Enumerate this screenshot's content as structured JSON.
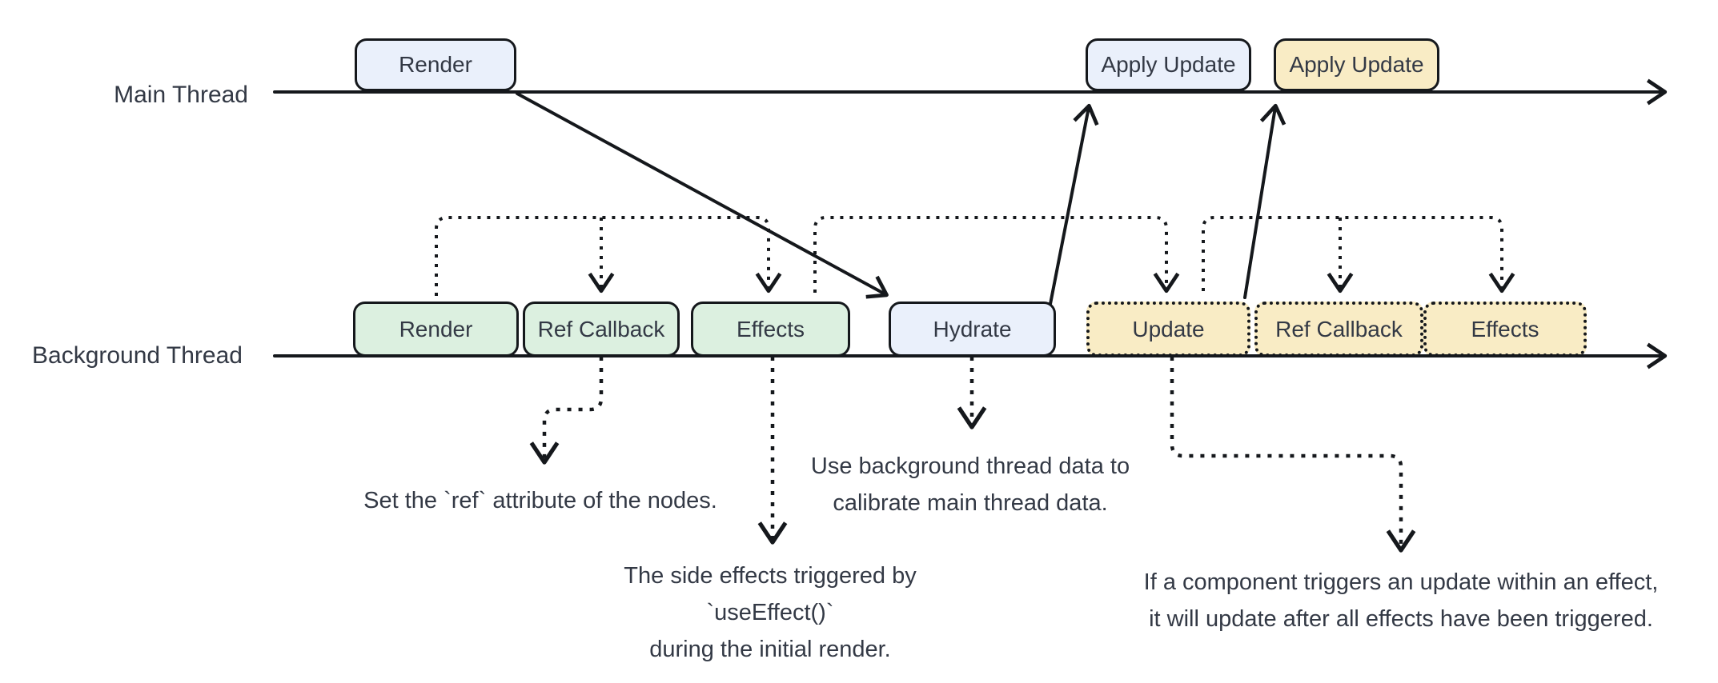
{
  "colors": {
    "background": "#ffffff",
    "line": "#15181c",
    "text": "#333945",
    "blue_fill": "#eaf0fb",
    "green_fill": "#dcf0e0",
    "yellow_fill": "#f9ecc5"
  },
  "threads": {
    "main": {
      "label": "Main Thread"
    },
    "background": {
      "label": "Background Thread"
    }
  },
  "main_thread_boxes": [
    {
      "label": "Render",
      "style": "blue"
    },
    {
      "label": "Apply Update",
      "style": "blue"
    },
    {
      "label": "Apply Update",
      "style": "yellow"
    }
  ],
  "background_thread_boxes": [
    {
      "label": "Render",
      "style": "green"
    },
    {
      "label": "Ref Callback",
      "style": "green"
    },
    {
      "label": "Effects",
      "style": "green"
    },
    {
      "label": "Hydrate",
      "style": "blue"
    },
    {
      "label": "Update",
      "style": "yellow-dotted"
    },
    {
      "label": "Ref Callback",
      "style": "yellow-dotted"
    },
    {
      "label": "Effects",
      "style": "yellow-dotted"
    }
  ],
  "annotations": {
    "ref_callback": {
      "lines": [
        "Set the `ref` attribute of the nodes."
      ]
    },
    "effects": {
      "lines": [
        "The side effects triggered by",
        "`useEffect()`",
        "during the initial render."
      ]
    },
    "hydrate": {
      "lines": [
        "Use background thread data to",
        "calibrate main thread data."
      ]
    },
    "update": {
      "lines": [
        "If a component triggers an update within an effect,",
        "it will update after all effects have been triggered."
      ]
    }
  }
}
